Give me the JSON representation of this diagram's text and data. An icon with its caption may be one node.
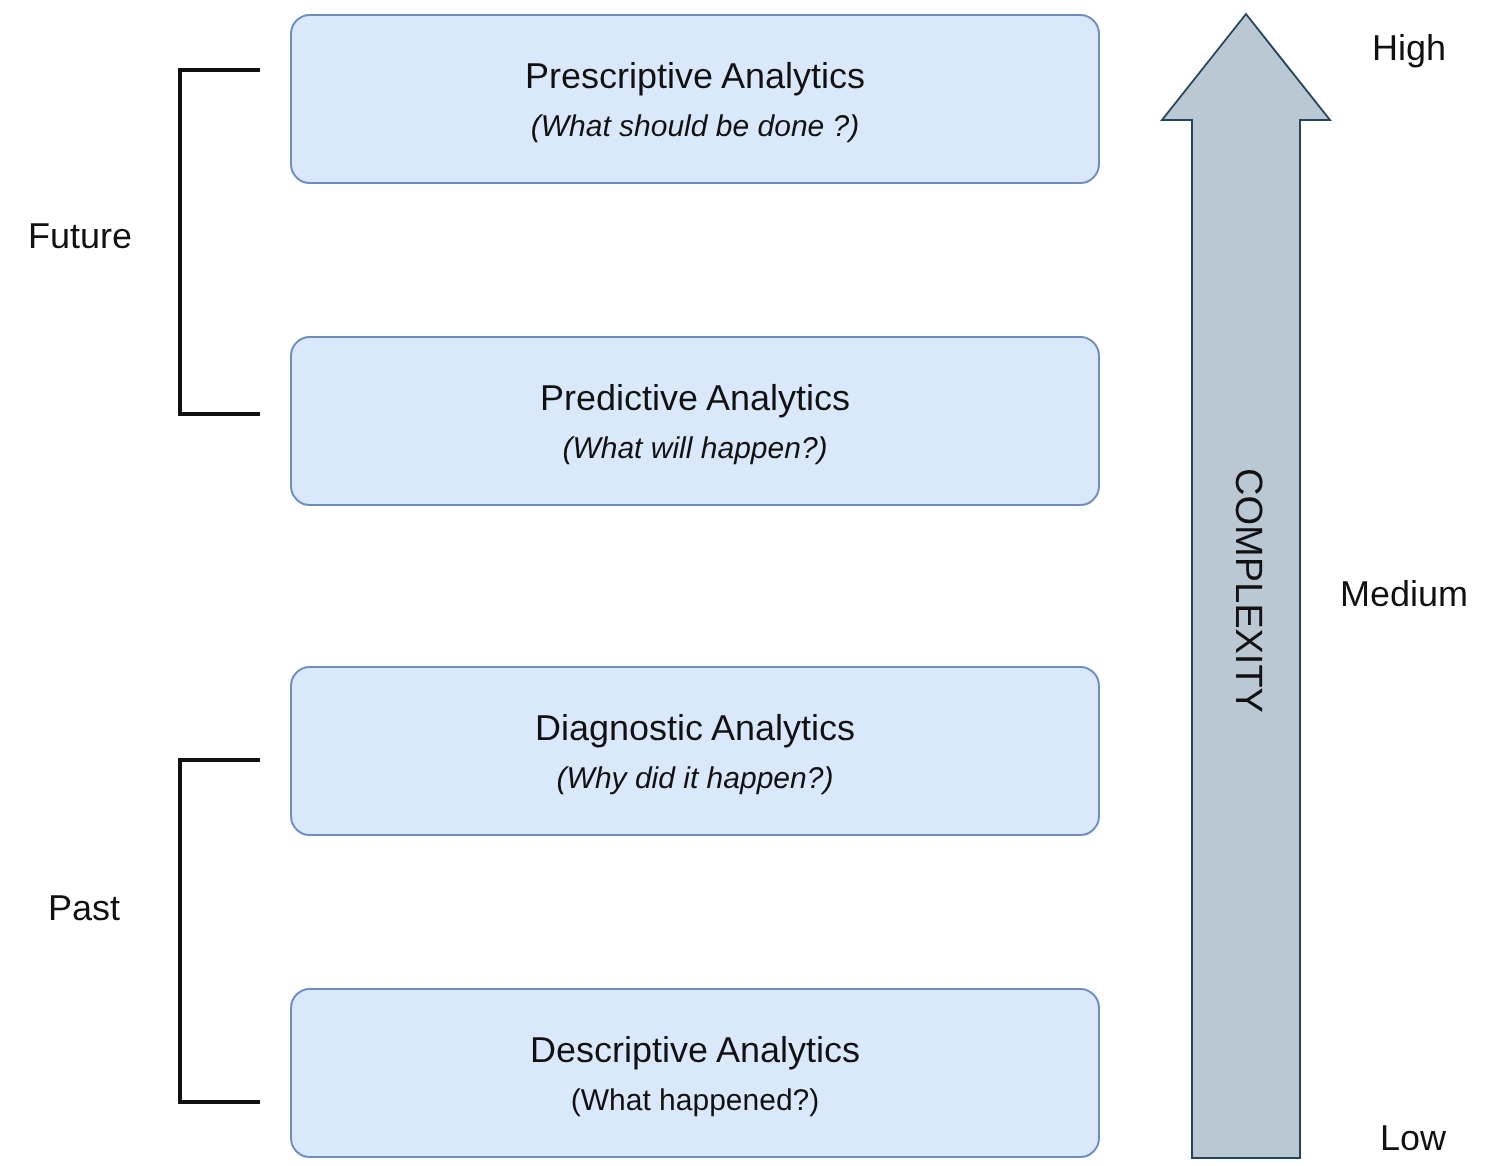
{
  "diagram": {
    "nodes": [
      {
        "text": [
          "Prescriptive Analytics",
          "(What should be done ?)"
        ]
      },
      {
        "text": [
          "Predictive Analytics",
          "(What will happen?)"
        ]
      },
      {
        "text": [
          "Diagnostic Analytics",
          "(Why did it happen?)"
        ]
      },
      {
        "text": [
          "Descriptive Analytics",
          "(What happened?)"
        ]
      },
      {
        "text": [
          "COMPLEXITY"
        ]
      }
    ],
    "edges": [],
    "labels": [
      "High",
      "Future",
      "Medium",
      "Past",
      "Low"
    ]
  }
}
